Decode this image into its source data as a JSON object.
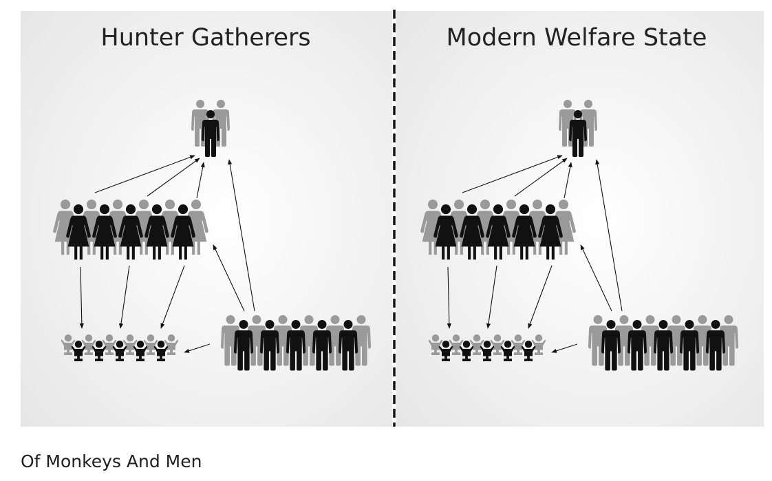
{
  "colors": {
    "foreground": "#111111",
    "background_figure": "#9a9a9a",
    "panel_center": "#ffffff",
    "panel_edge": "#e6e6e6",
    "divider": "#111111"
  },
  "panels": [
    {
      "title": "Hunter Gatherers"
    },
    {
      "title": "Modern Welfare State"
    }
  ],
  "groups": {
    "elder_pair": {
      "foreground_count": 1,
      "background_count": 2,
      "icon": "man-icon"
    },
    "women": {
      "foreground_count": 5,
      "background_count": 6,
      "icon": "woman-icon"
    },
    "children": {
      "foreground_count": 5,
      "background_count": 6,
      "icon": "child-icon"
    },
    "men": {
      "foreground_count": 5,
      "background_count": 6,
      "icon": "man-icon"
    }
  },
  "divider_style": "dashed",
  "caption": "Of Monkeys And Men"
}
